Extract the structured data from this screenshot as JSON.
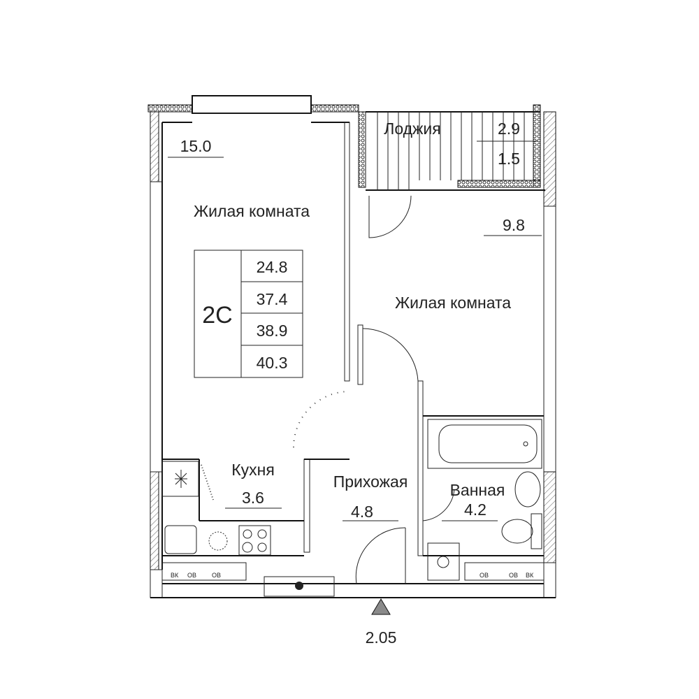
{
  "apartment": {
    "type": "2С",
    "areas": [
      "24.8",
      "37.4",
      "38.9",
      "40.3"
    ]
  },
  "rooms": [
    {
      "name": "Жилая комната",
      "area": "15.0"
    },
    {
      "name": "Лоджия",
      "area": "2.9",
      "area_reduced": "1.5"
    },
    {
      "name": "Жилая комната",
      "area": "9.8"
    },
    {
      "name": "Кухня",
      "area": "3.6"
    },
    {
      "name": "Прихожая",
      "area": "4.8"
    },
    {
      "name": "Ванная",
      "area": "4.2"
    }
  ],
  "riser_labels": {
    "vk": "ВК",
    "ov": "ОВ"
  },
  "ceiling_height": "2.05",
  "colors": {
    "line": "#111111",
    "marker": "#8a8a8a"
  }
}
